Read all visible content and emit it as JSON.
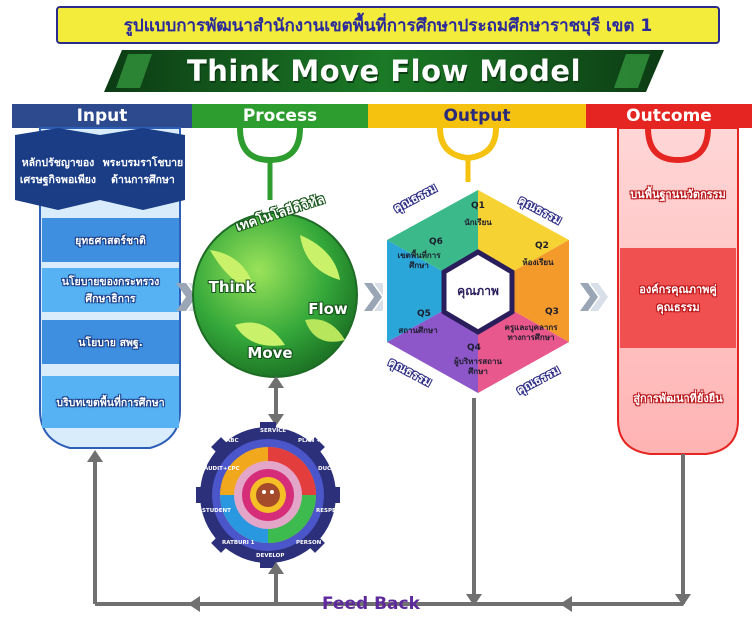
{
  "title": "รูปแบบการพัฒนาสำนักงานเขตพื้นที่การศึกษาประถมศึกษาราชบุรี เขต 1",
  "model_name": "Think Move Flow Model",
  "headers": {
    "input": "Input",
    "process": "Process",
    "output": "Output",
    "outcome": "Outcome"
  },
  "input": {
    "top_left": "หลักปรัชญาของเศรษฐกิจพอเพียง",
    "top_right": "พระบรมราโชบายด้านการศึกษา",
    "items": [
      "ยุทธศาสตร์ชาติ",
      "นโยบายของกระทรวงศึกษาธิการ",
      "นโยบาย สพฐ.",
      "บริบทเขตพื้นที่การศึกษา"
    ]
  },
  "process": {
    "arc_label": "เทคโนโลยีดิจิทัล",
    "think": "Think",
    "move": "Move",
    "flow": "Flow"
  },
  "output": {
    "center": "คุณภาพ",
    "moral": "คุณธรรม",
    "segments": [
      {
        "q": "Q1",
        "label": "นักเรียน"
      },
      {
        "q": "Q2",
        "label": "ห้องเรียน"
      },
      {
        "q": "Q3",
        "label": "ครูและบุคลากรทางการศึกษา"
      },
      {
        "q": "Q4",
        "label": "ผู้บริหารสถานศึกษา"
      },
      {
        "q": "Q5",
        "label": "สถานศึกษา"
      },
      {
        "q": "Q6",
        "label": "เขตพื้นที่การศึกษา"
      }
    ]
  },
  "outcome": {
    "items": [
      "บนพื้นฐานนวัตกรรม",
      "องค์กรคุณภาพคู่คุณธรรม",
      "สู่การพัฒนาที่ยั่งยืน"
    ]
  },
  "gear": {
    "labels": [
      "SERVICE",
      "PLAN + T",
      "DUCT",
      "RESPECT",
      "PERSON",
      "DEVELOP",
      "RATBURI 1",
      "STUDENT",
      "AUDIT+CPC",
      "ABC"
    ]
  },
  "feedback": "Feed Back",
  "colors": {
    "input_blue": "#2d4a8f",
    "process_green": "#2e9d2f",
    "output_yellow": "#f5c20f",
    "outcome_red": "#e52521",
    "title_yellow": "#f4ec3a",
    "feedback_purple": "#5e2a9c"
  }
}
